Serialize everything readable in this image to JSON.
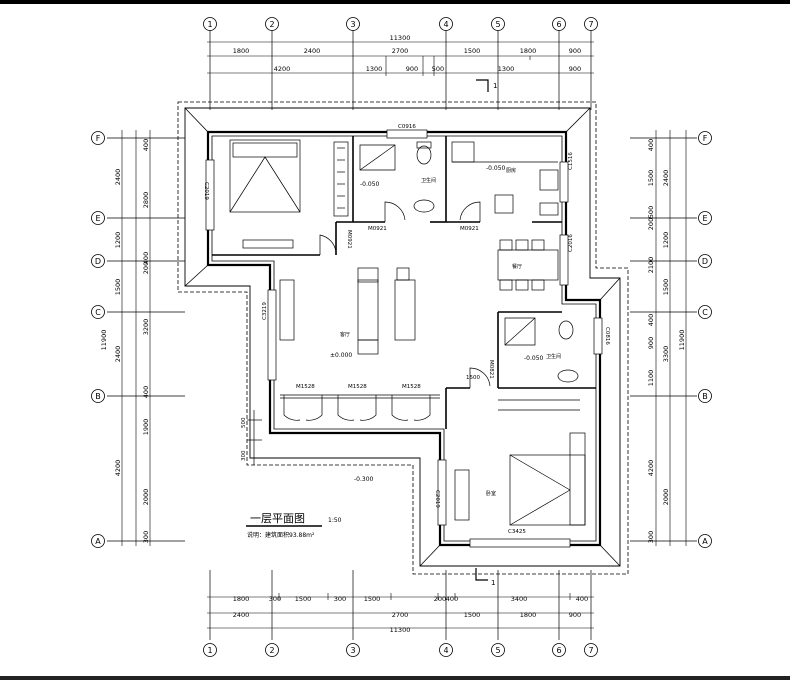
{
  "title": "一层平面图",
  "scale": "1:50",
  "note": "说明：建筑面积93.88m²",
  "grid_columns": [
    "1",
    "2",
    "3",
    "4",
    "5",
    "6",
    "7"
  ],
  "grid_rows": [
    "F",
    "E",
    "D",
    "C",
    "B",
    "A"
  ],
  "dims_top_row1": [
    "1800",
    "2400",
    "2700",
    "1500",
    "1800",
    "900"
  ],
  "dims_top_row2": [
    "4200",
    "1300",
    "900",
    "500",
    "1300",
    "900"
  ],
  "dims_total": "11300",
  "dims_bottom_row1": [
    "1800",
    "300",
    "1500",
    "300",
    "1500",
    "200",
    "400",
    "3400",
    "400"
  ],
  "dims_bottom_row2": [
    "2400",
    "2700",
    "1500",
    "1800",
    "900"
  ],
  "dims_left": [
    "400",
    "2400",
    "2800",
    "1200",
    "400",
    "200",
    "1500",
    "3200",
    "2400",
    "400",
    "1900",
    "4200",
    "2000",
    "300"
  ],
  "dims_left_total": "11900",
  "dims_right": [
    "400",
    "1500",
    "2400",
    "500",
    "200",
    "1200",
    "2100",
    "1500",
    "3300",
    "400",
    "900",
    "1100",
    "4200",
    "2000",
    "300"
  ],
  "dims_right_total": "11900",
  "window_labels": {
    "c0916": "C0916",
    "c1516": "C1516",
    "c2016": "C2016",
    "c2019_top": "C2019",
    "c3219": "C3219",
    "c0816": "C0816",
    "c2019_bot": "C2019",
    "c3425": "C3425"
  },
  "door_labels": {
    "m0921_a": "M0921",
    "m0921_b": "M0921",
    "m1528_a": "M1528",
    "m1528_b": "M1528",
    "m1528_c": "M1528",
    "m0821": "M0821"
  },
  "room_labels": {
    "bath": "卫生间",
    "kitchen": "厨房",
    "dining": "餐厅",
    "living": "客厅",
    "bath2": "卫生间",
    "bedroom2": "卧室"
  },
  "elevations": {
    "bath": "-0.050",
    "kitchen": "-0.050",
    "living": "±0.000",
    "bath2": "-0.050",
    "outside": "-0.300"
  },
  "misc_dims": {
    "d1500": "1500",
    "d500": "500",
    "d300": "300"
  },
  "section_labels": {
    "top": "1",
    "bottom": "1"
  }
}
